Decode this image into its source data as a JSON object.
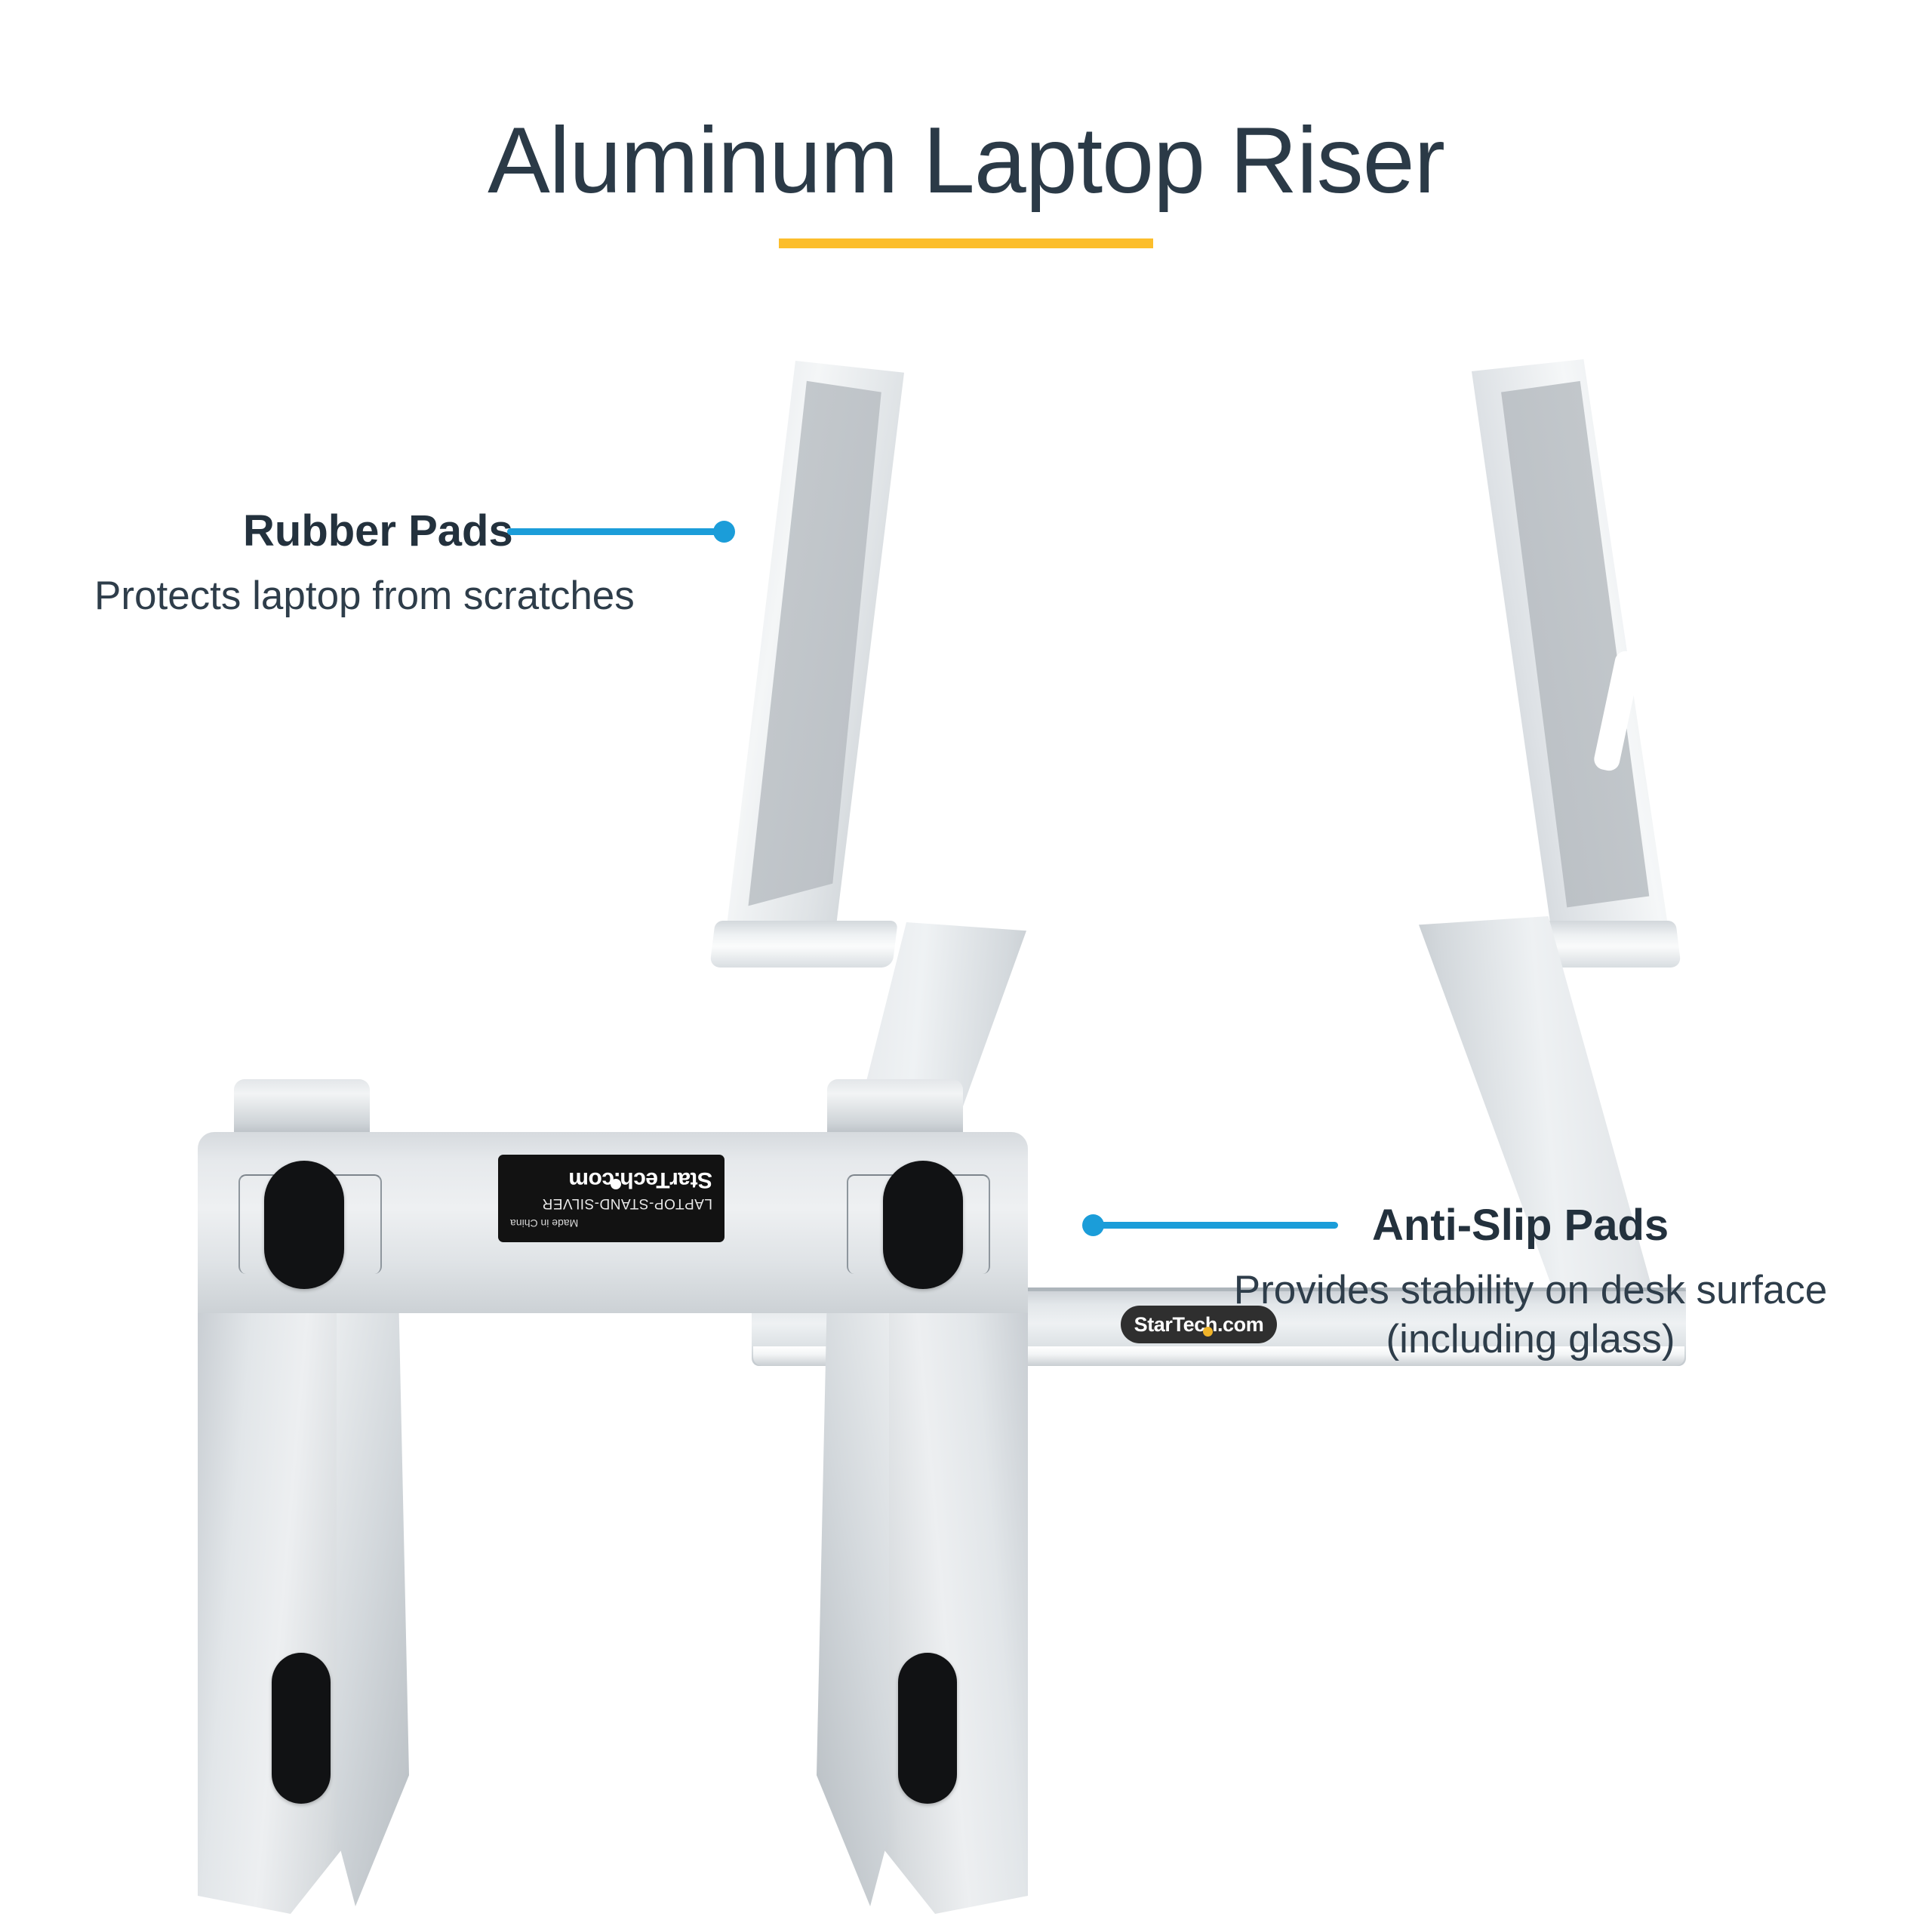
{
  "header": {
    "title": "Aluminum Laptop Riser",
    "title_color": "#2b3a47",
    "rule_color": "#fcbe2c"
  },
  "accent": {
    "leader_color": "#1b9dd9",
    "aluminum_silver": "#dfe3e6",
    "rubber_pad_gray": "#bdc2c7",
    "anti_slip_black": "#111214"
  },
  "callouts": [
    {
      "id": "rubber-pads",
      "title": "Rubber Pads",
      "description": "Protects laptop from scratches",
      "side": "left"
    },
    {
      "id": "anti-slip-pads",
      "title": "Anti-Slip Pads",
      "description_line1": "Provides stability on desk surface",
      "description_line2": "(including glass)",
      "side": "right"
    }
  ],
  "products": {
    "top_view": {
      "name": "laptop-riser-side-view",
      "logo_badge": {
        "text": "StarTech.com",
        "background": "#2f2f2f",
        "text_color": "#ffffff",
        "dot_color": "#f0b429"
      }
    },
    "bottom_view": {
      "name": "laptop-riser-underside-view",
      "label": {
        "brand": "StarTech.com",
        "sku": "LAPTOP-STAND-SILVER",
        "origin": "Made in China",
        "background": "#121212",
        "text_color": "#ffffff",
        "rotated": "180"
      },
      "anti_slip_pad_count": "4"
    }
  }
}
